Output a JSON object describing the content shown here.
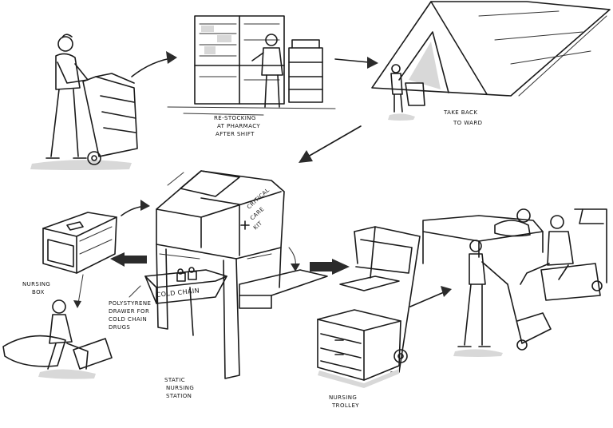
{
  "labels": {
    "restocking": [
      "RE-STOCKING",
      "AT PHARMACY",
      "AFTER SHIFT"
    ],
    "take_back": [
      "TAKE BACK",
      "TO WARD"
    ],
    "nursing_box": [
      "NURSING",
      "BOX"
    ],
    "polystyrene": [
      "POLYSTYRENE",
      "DRAWER FOR",
      "COLD CHAIN",
      "DRUGS"
    ],
    "cold_chain": "COLD CHAIN",
    "critical_care_kit": [
      "CRITICAL",
      "CARE",
      "KIT"
    ],
    "static_station": [
      "STATIC",
      "NURSING",
      "STATION"
    ],
    "nursing_trolley": [
      "NURSING",
      "TROLLEY"
    ]
  }
}
